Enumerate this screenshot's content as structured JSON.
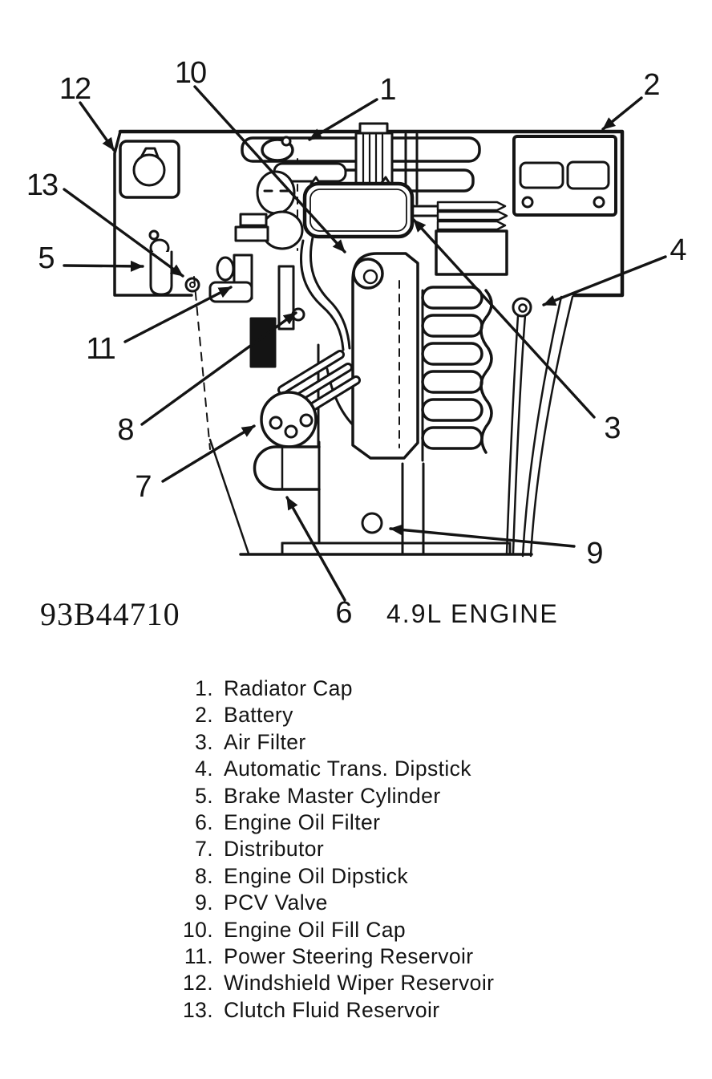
{
  "figure": {
    "part_code": "93B44710",
    "caption": "4.9L ENGINE"
  },
  "callouts": {
    "n1": "1",
    "n2": "2",
    "n3": "3",
    "n4": "4",
    "n5": "5",
    "n6": "6",
    "n7": "7",
    "n8": "8",
    "n9": "9",
    "n10": "10",
    "n11": "11",
    "n12": "12",
    "n13": "13"
  },
  "legend": [
    {
      "num": "1.",
      "label": "Radiator Cap"
    },
    {
      "num": "2.",
      "label": "Battery"
    },
    {
      "num": "3.",
      "label": "Air Filter"
    },
    {
      "num": "4.",
      "label": "Automatic Trans. Dipstick"
    },
    {
      "num": "5.",
      "label": "Brake Master Cylinder"
    },
    {
      "num": "6.",
      "label": "Engine Oil Filter"
    },
    {
      "num": "7.",
      "label": "Distributor"
    },
    {
      "num": "8.",
      "label": "Engine Oil Dipstick"
    },
    {
      "num": "9.",
      "label": "PCV Valve"
    },
    {
      "num": "10.",
      "label": "Engine Oil Fill Cap"
    },
    {
      "num": "11.",
      "label": "Power Steering Reservoir"
    },
    {
      "num": "12.",
      "label": "Windshield Wiper Reservoir"
    },
    {
      "num": "13.",
      "label": "Clutch Fluid Reservoir"
    }
  ]
}
